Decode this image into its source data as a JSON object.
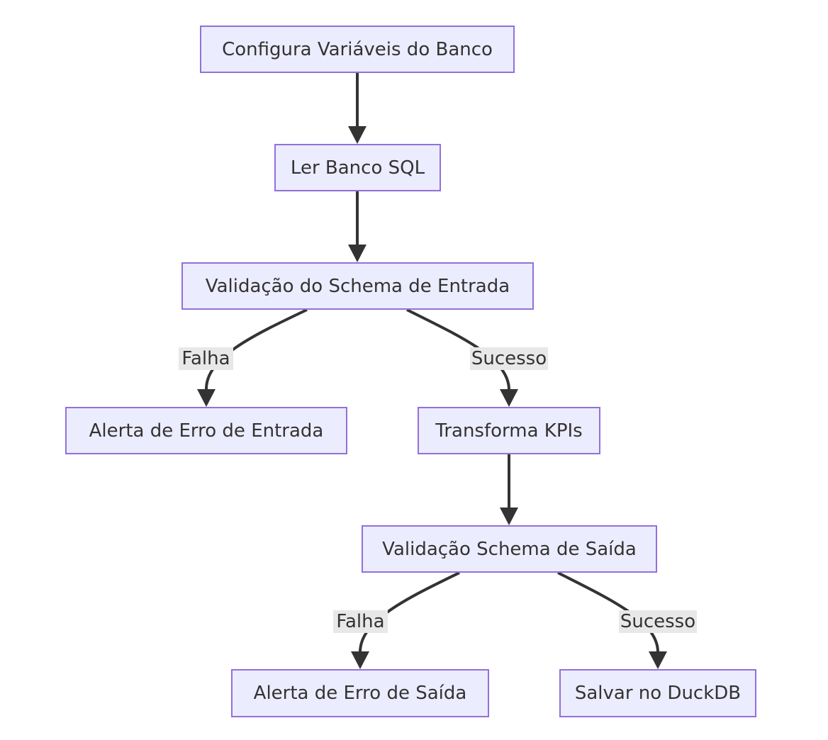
{
  "nodes": {
    "config_vars": "Configura Variáveis do Banco",
    "read_sql": "Ler Banco SQL",
    "validate_input": "Validação do Schema de Entrada",
    "input_error_alert": "Alerta de Erro de Entrada",
    "transform_kpis": "Transforma KPIs",
    "validate_output": "Validação Schema de Saída",
    "output_error_alert": "Alerta de Erro de Saída",
    "save_duckdb": "Salvar no DuckDB"
  },
  "edge_labels": {
    "input_fail": "Falha",
    "input_success": "Sucesso",
    "output_fail": "Falha",
    "output_success": "Sucesso"
  },
  "colors": {
    "node_fill": "#ececff",
    "node_border": "#9370db",
    "edge": "#333333",
    "label_background": "#e8e8e8",
    "text": "#333333"
  }
}
